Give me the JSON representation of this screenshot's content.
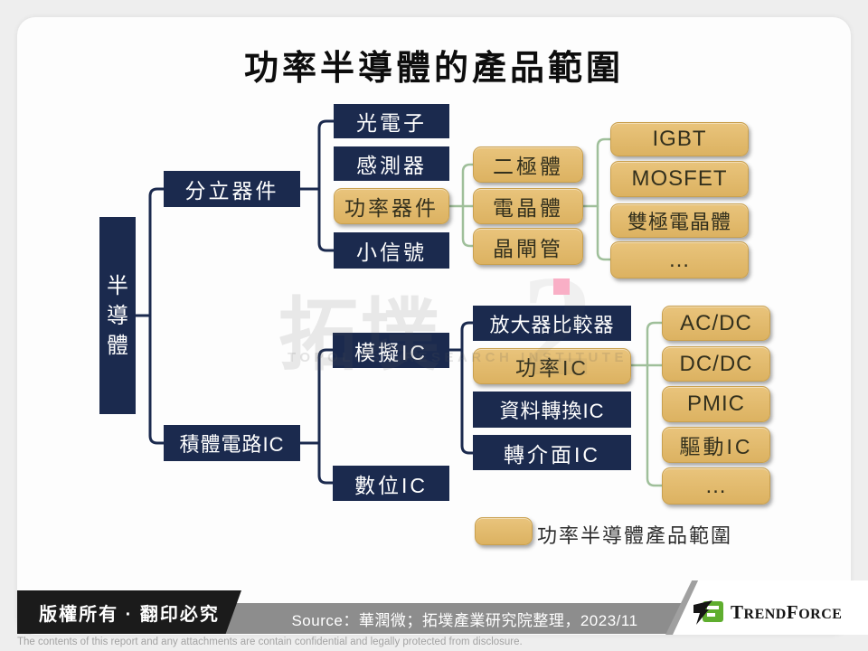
{
  "title": "功率半導體的產品範圍",
  "watermark": {
    "cjk": "拓墣",
    "glyph": "2",
    "latin": "TOPOLOGY RESEARCH INSTITUTE"
  },
  "nodes": {
    "root": "半導體",
    "discrete": "分立器件",
    "ic": "積體電路IC",
    "optoelectronics": "光電子",
    "sensor": "感測器",
    "power_device": "功率器件",
    "small_signal": "小信號",
    "diode": "二極體",
    "transistor": "電晶體",
    "thyristor": "晶閘管",
    "igbt": "IGBT",
    "mosfet": "MOSFET",
    "bipolar": "雙極電晶體",
    "more_transistor": "…",
    "analog_ic": "模擬IC",
    "digital_ic": "數位IC",
    "amp_comparator": "放大器比較器",
    "power_ic": "功率IC",
    "data_conversion": "資料轉換IC",
    "interface_ic": "轉介面IC",
    "acdc": "AC/DC",
    "dcdc": "DC/DC",
    "pmic": "PMIC",
    "driver_ic": "驅動IC",
    "more_power_ic": "…"
  },
  "legend": {
    "label": "功率半導體產品範圍"
  },
  "footer": {
    "copyright": "版權所有 · 翻印必究",
    "source": "Source：華潤微；拓墣產業研究院整理，2023/11",
    "logo": {
      "t1": "T",
      "p1": "REND",
      "t2": "F",
      "p2": "ORCE"
    },
    "disclaimer": "The contents of this report and any attachments are contain confidential and legally protected from disclosure."
  },
  "colors": {
    "navy_box": "#1b2a4e",
    "tan_box": "#e3ba6b",
    "navy_connector": "#1b2a4e",
    "green_connector": "#9fbf9a",
    "pink_marker": "#f9afc6",
    "copyright_bar": "#1b1b1b",
    "source_bar": "#8d8d8d",
    "logo_green": "#5fae2f"
  }
}
